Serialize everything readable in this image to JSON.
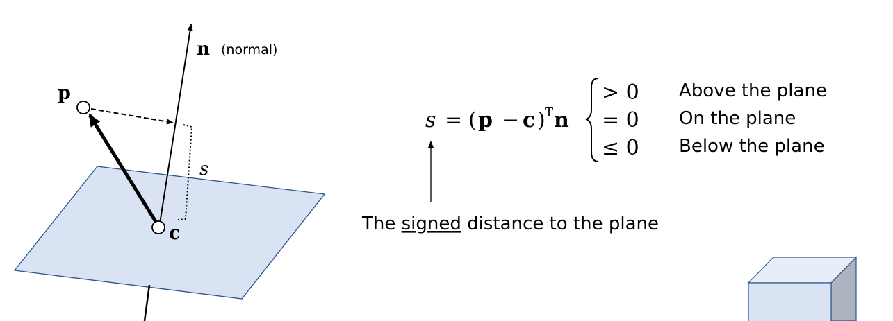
{
  "labels": {
    "normal_symbol": "n",
    "normal_note": "(normal)",
    "point_p": "p",
    "point_c": "c",
    "distance_s": "s"
  },
  "formula": {
    "s": "s",
    "equals": "=",
    "open_paren": "(",
    "p": "p",
    "minus": "−",
    "c": "c",
    "close_paren": ")",
    "transpose": "T",
    "n": "n"
  },
  "cases": [
    {
      "condition": "> 0",
      "meaning": "Above the plane"
    },
    {
      "condition": "= 0",
      "meaning": "On the plane"
    },
    {
      "condition": "≤ 0",
      "meaning": "Below the plane"
    }
  ],
  "caption": {
    "before": "The ",
    "underlined": "signed",
    "after": " distance to the plane"
  },
  "colors": {
    "plane_fill": "#dae3f3",
    "plane_stroke": "#2f528f",
    "box_front": "#dae3f3",
    "box_top": "#e8eef8",
    "box_side": "#aeb4bf"
  }
}
